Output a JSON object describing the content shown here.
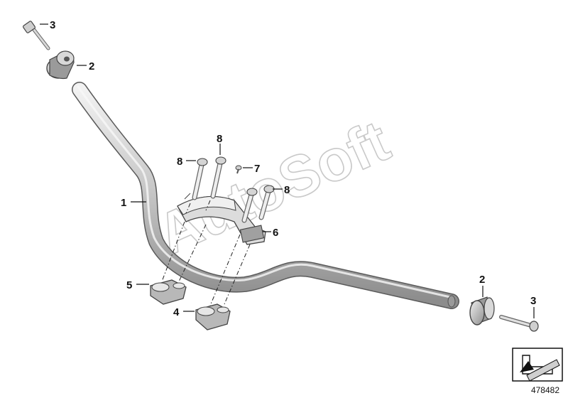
{
  "callouts": {
    "c1": "1",
    "c2_top": "2",
    "c2_right": "2",
    "c3_top": "3",
    "c3_right": "3",
    "c4": "4",
    "c5": "5",
    "c6": "6",
    "c7": "7",
    "c8_left": "8",
    "c8_top": "8",
    "c8_right": "8"
  },
  "watermark": "AutoSoft",
  "reference_number": "478482",
  "colors": {
    "metal_light": "#e4e4e4",
    "metal_mid": "#bdbdbd",
    "metal_dark": "#8a8a8a",
    "outline": "#555555"
  }
}
